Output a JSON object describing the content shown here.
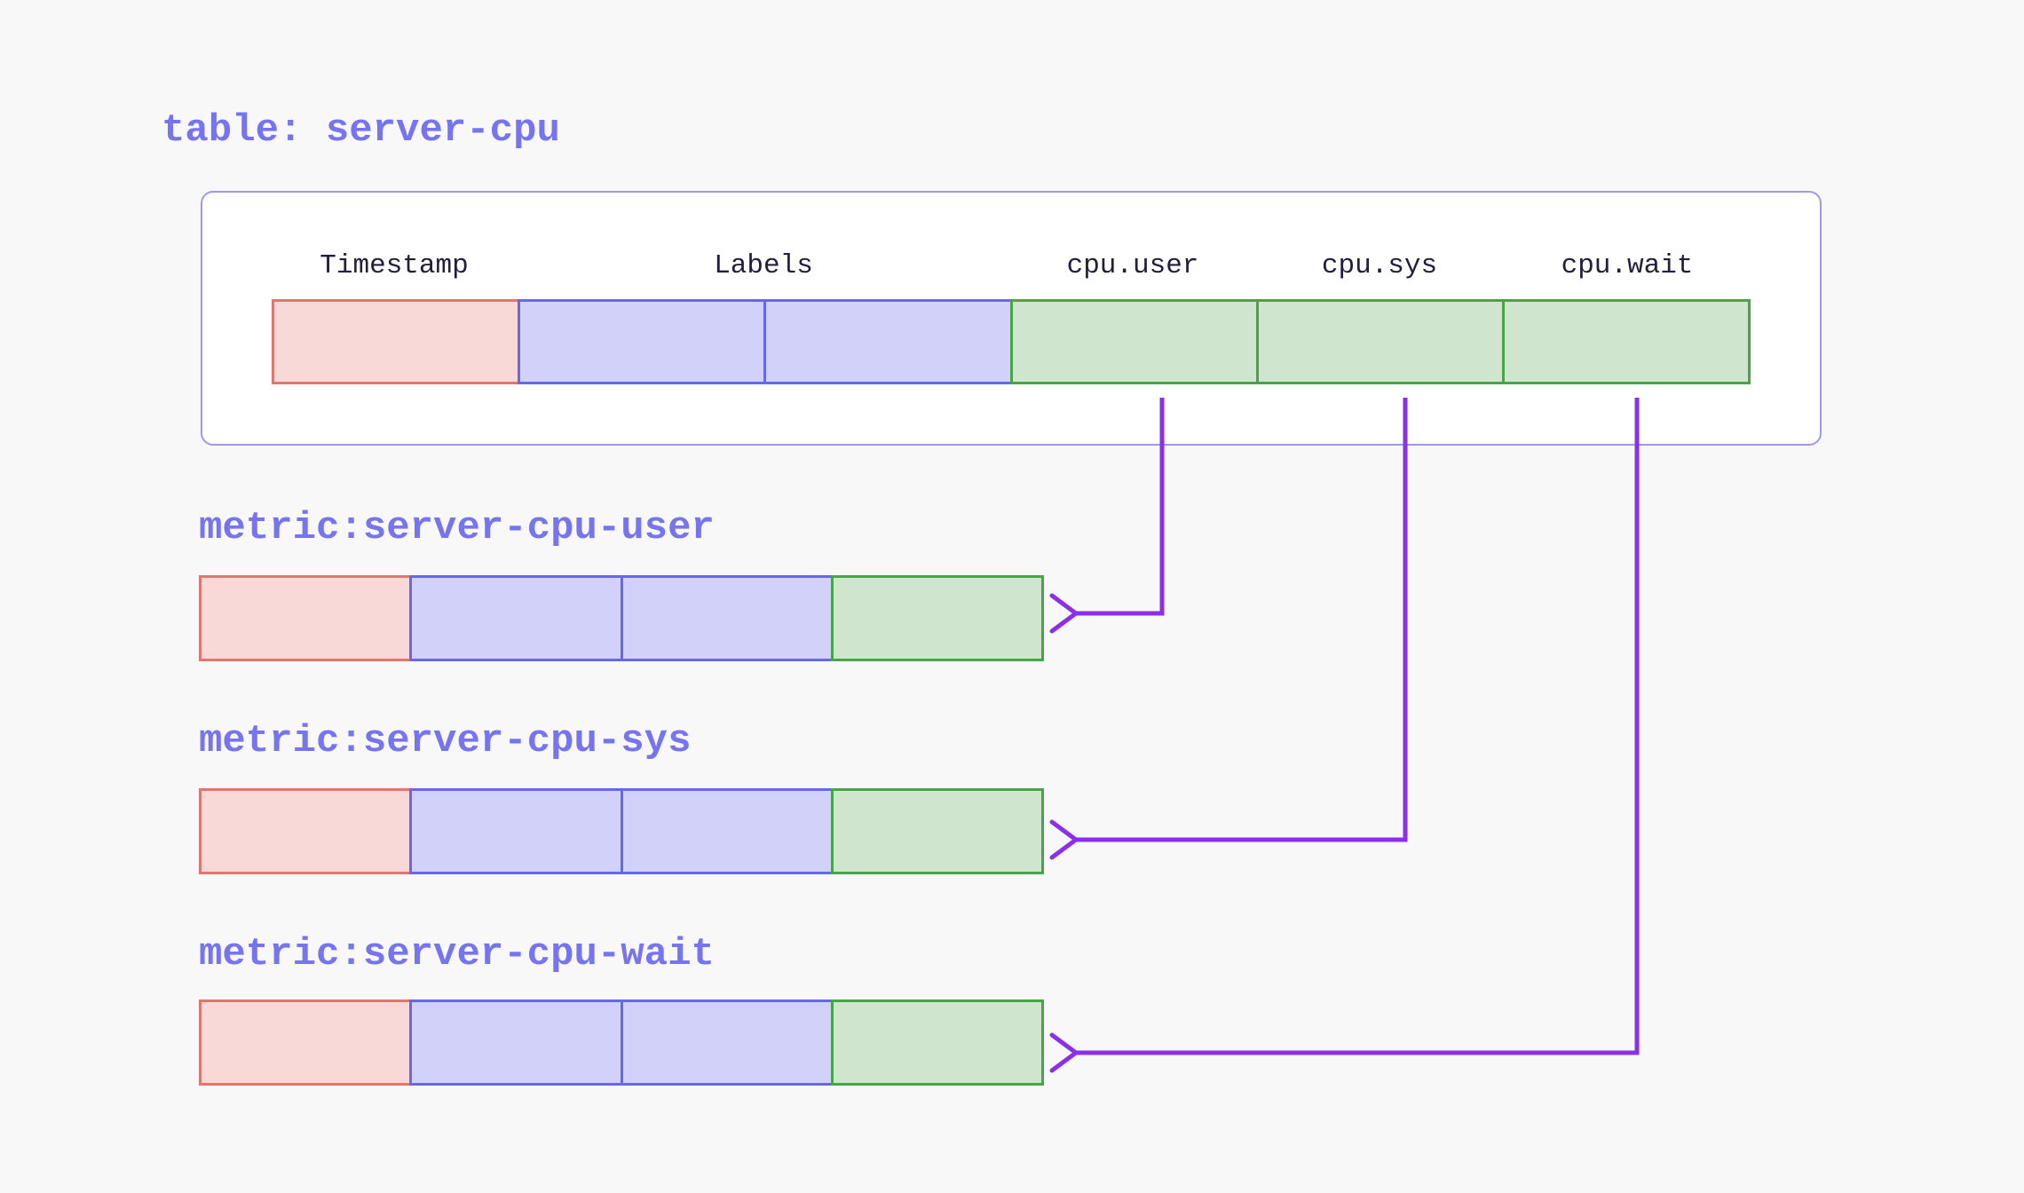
{
  "title": "table: server-cpu",
  "table": {
    "headers": [
      "Timestamp",
      "Labels",
      "cpu.user",
      "cpu.sys",
      "cpu.wait"
    ],
    "row_cells": [
      "red",
      "blue",
      "blue",
      "green",
      "green",
      "green"
    ]
  },
  "metrics": [
    {
      "label": "metric:server-cpu-user",
      "row_cells": [
        "red",
        "blue",
        "blue",
        "green"
      ]
    },
    {
      "label": "metric:server-cpu-sys",
      "row_cells": [
        "red",
        "blue",
        "blue",
        "green"
      ]
    },
    {
      "label": "metric:server-cpu-wait",
      "row_cells": [
        "red",
        "blue",
        "blue",
        "green"
      ]
    }
  ],
  "colors": {
    "background": "#f8f8f8",
    "panel_background": "#ffffff",
    "panel_border": "#9b9bee",
    "accent_text": "#7674f0",
    "header_text": "#221f3a",
    "timestamp_fill": "#f8d9d8",
    "timestamp_border": "#e0776f",
    "labels_fill": "#d1d1f9",
    "labels_border": "#6767ee",
    "value_fill": "#cfe5cd",
    "value_border": "#47a447",
    "arrow": "#8d2fe8"
  }
}
